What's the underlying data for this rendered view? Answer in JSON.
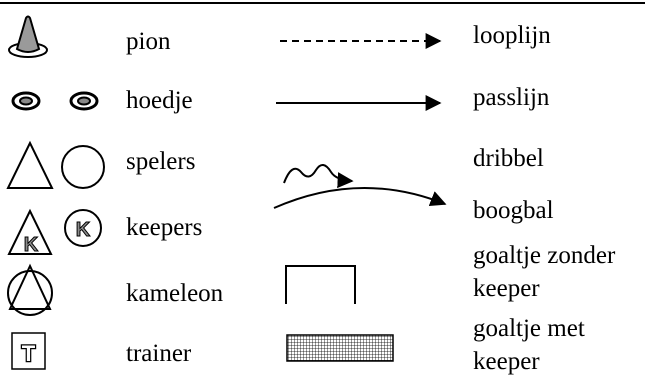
{
  "legend_left": [
    {
      "label": "pion"
    },
    {
      "label": "hoedje"
    },
    {
      "label": "spelers"
    },
    {
      "label": "keepers",
      "glyph": "K"
    },
    {
      "label": "kameleon"
    },
    {
      "label": "trainer",
      "glyph": "T"
    }
  ],
  "legend_right": [
    {
      "label": "looplijn"
    },
    {
      "label": "passlijn"
    },
    {
      "label": "dribbel"
    },
    {
      "label": "boogbal"
    },
    {
      "label_line1": "goaltje zonder",
      "label_line2": "keeper"
    },
    {
      "label_line1": "goaltje met",
      "label_line2": "keeper"
    }
  ],
  "colors": {
    "stroke": "#000000",
    "cone_fill": "#9a9a9a",
    "keeper_fill": "#8c8c8c",
    "hat_fill": "#8a8a8a"
  }
}
